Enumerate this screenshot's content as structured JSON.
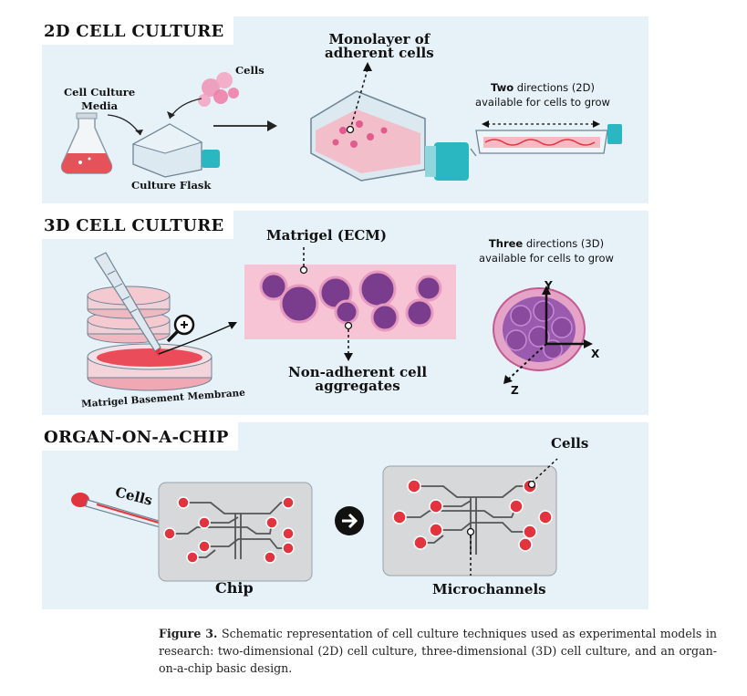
{
  "sections": {
    "twoD": {
      "heading": "2D CELL CULTURE",
      "label_media": "Cell Culture\nMedia",
      "label_cells": "Cells",
      "label_flask": "Culture Flask",
      "label_monolayer": "Monolayer of\nadherent cells",
      "directions_bold": "Two",
      "directions_rest": " directions (2D)",
      "directions_line2": "available for cells to grow"
    },
    "threeD": {
      "heading": "3D CELL CULTURE",
      "label_matrigel": "Matrigel (ECM)",
      "label_membrane": "Matrigel Basement Membrane",
      "label_aggregates": "Non-adherent cell\naggregates",
      "directions_bold": "Three",
      "directions_rest": " directions (3D)",
      "directions_line2": "available for cells to grow",
      "axis_y": "Y",
      "axis_x": "X",
      "axis_z": "Z"
    },
    "chip": {
      "heading": "ORGAN-ON-A-CHIP",
      "label_cells_left": "Cells",
      "label_cells_right": "Cells",
      "label_chip": "Chip",
      "label_microchannels": "Microchannels"
    }
  },
  "caption": {
    "label": "Figure 3.",
    "text": " Schematic representation of cell culture techniques used as experimental models in research: two-dimensional (2D) cell culture, three-dimensional (3D) cell culture, and an organ-on-a-chip basic design."
  },
  "colors": {
    "panel_bg": "#e6f2f8",
    "cell_red": "#e8323c",
    "chip_gray": "#d6d8da",
    "teal_cap": "#2ab7c2",
    "pink_gel": "#f7c4d6",
    "purple_cell": "#7a3c8c"
  },
  "icons": [
    "flask-icon",
    "culture-flask-icon",
    "pipette-icon",
    "magnifier-icon",
    "petri-dish-icon",
    "arrow-circle-icon"
  ]
}
